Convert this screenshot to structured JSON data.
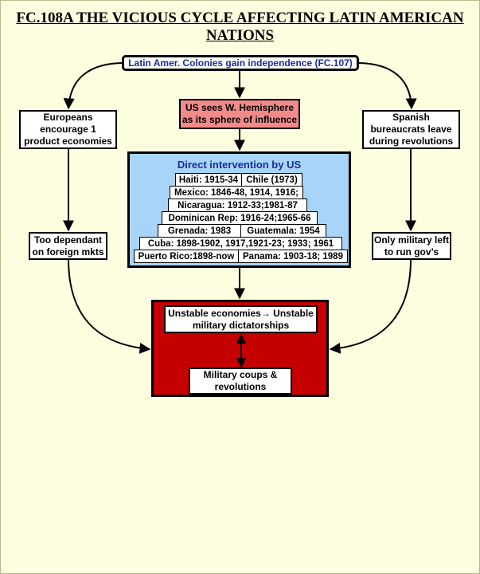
{
  "title_line1": "FC.108A  THE VICIOUS CYCLE AFFECTING LATIN AMERICAN",
  "title_line2": "NATIONS",
  "top": "Latin Amer. Colonies gain independence (FC.107)",
  "us_sphere": [
    "US sees W. Hemisphere",
    "as its sphere of influence"
  ],
  "left_upper": [
    "Europeans",
    "encourage 1",
    "product economies"
  ],
  "left_lower": [
    "Too dependant",
    "on foreign mkts"
  ],
  "right_upper": [
    "Spanish",
    "bureaucrats leave",
    "during revolutions"
  ],
  "right_lower": [
    "Only military left",
    "to run gov’s"
  ],
  "intervention": {
    "title": "Direct intervention by US",
    "rows": [
      [
        "Haiti: 1915-34",
        "Chile (1973)"
      ],
      [
        "Mexico: 1846-48, 1914, 1916;"
      ],
      [
        "Nicaragua: 1912-33;1981-87"
      ],
      [
        "Dominican Rep: 1916-24;1965-66"
      ],
      [
        "Grenada: 1983",
        "Guatemala: 1954"
      ],
      [
        "Cuba: 1898-1902, 1917,1921-23; 1933; 1961"
      ],
      [
        "Puerto Rico:1898-now",
        "Panama: 1903-18; 1989"
      ]
    ]
  },
  "result_upper": [
    "Unstable economies→ Unstable",
    "military dictatorships"
  ],
  "result_lower": [
    "Military coups &",
    "revolutions"
  ]
}
